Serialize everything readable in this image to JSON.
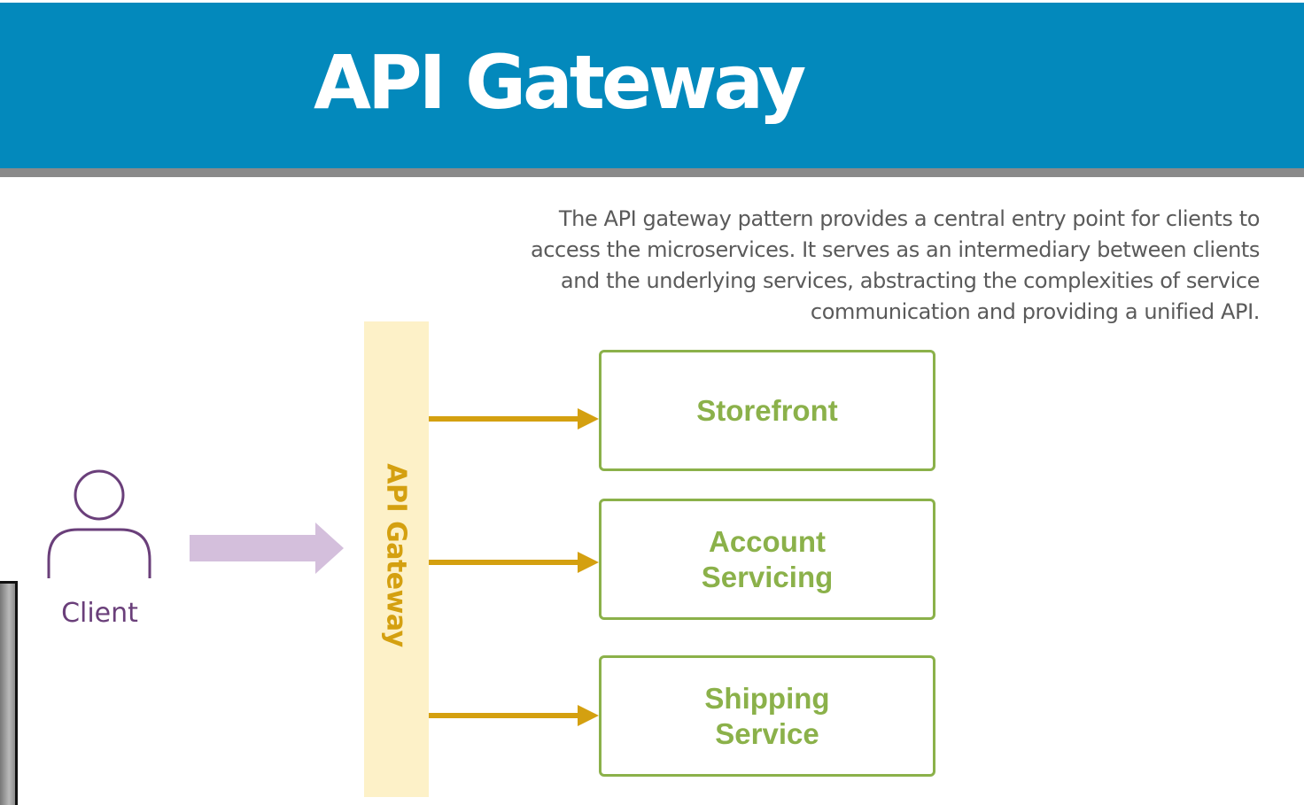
{
  "header": {
    "title": "API Gateway"
  },
  "description": "The API gateway pattern provides a central entry point for clients to access the microservices. It serves as an intermediary between clients and the underlying services, abstracting the complexities of service communication and providing a unified API.",
  "client": {
    "label": "Client",
    "icon": "person-icon"
  },
  "gateway": {
    "label": "API Gateway"
  },
  "services": [
    {
      "label": "Storefront"
    },
    {
      "label": "Account Servicing"
    },
    {
      "label": "Shipping Service"
    }
  ],
  "colors": {
    "header_bg": "#0389bc",
    "header_rule": "#8a8a8a",
    "client": "#6a3f7a",
    "client_arrow": "#d4bfdc",
    "gateway_fill": "#fdf1c8",
    "gateway_text": "#d4a010",
    "route_arrow": "#d4a010",
    "service": "#8bb14a"
  }
}
